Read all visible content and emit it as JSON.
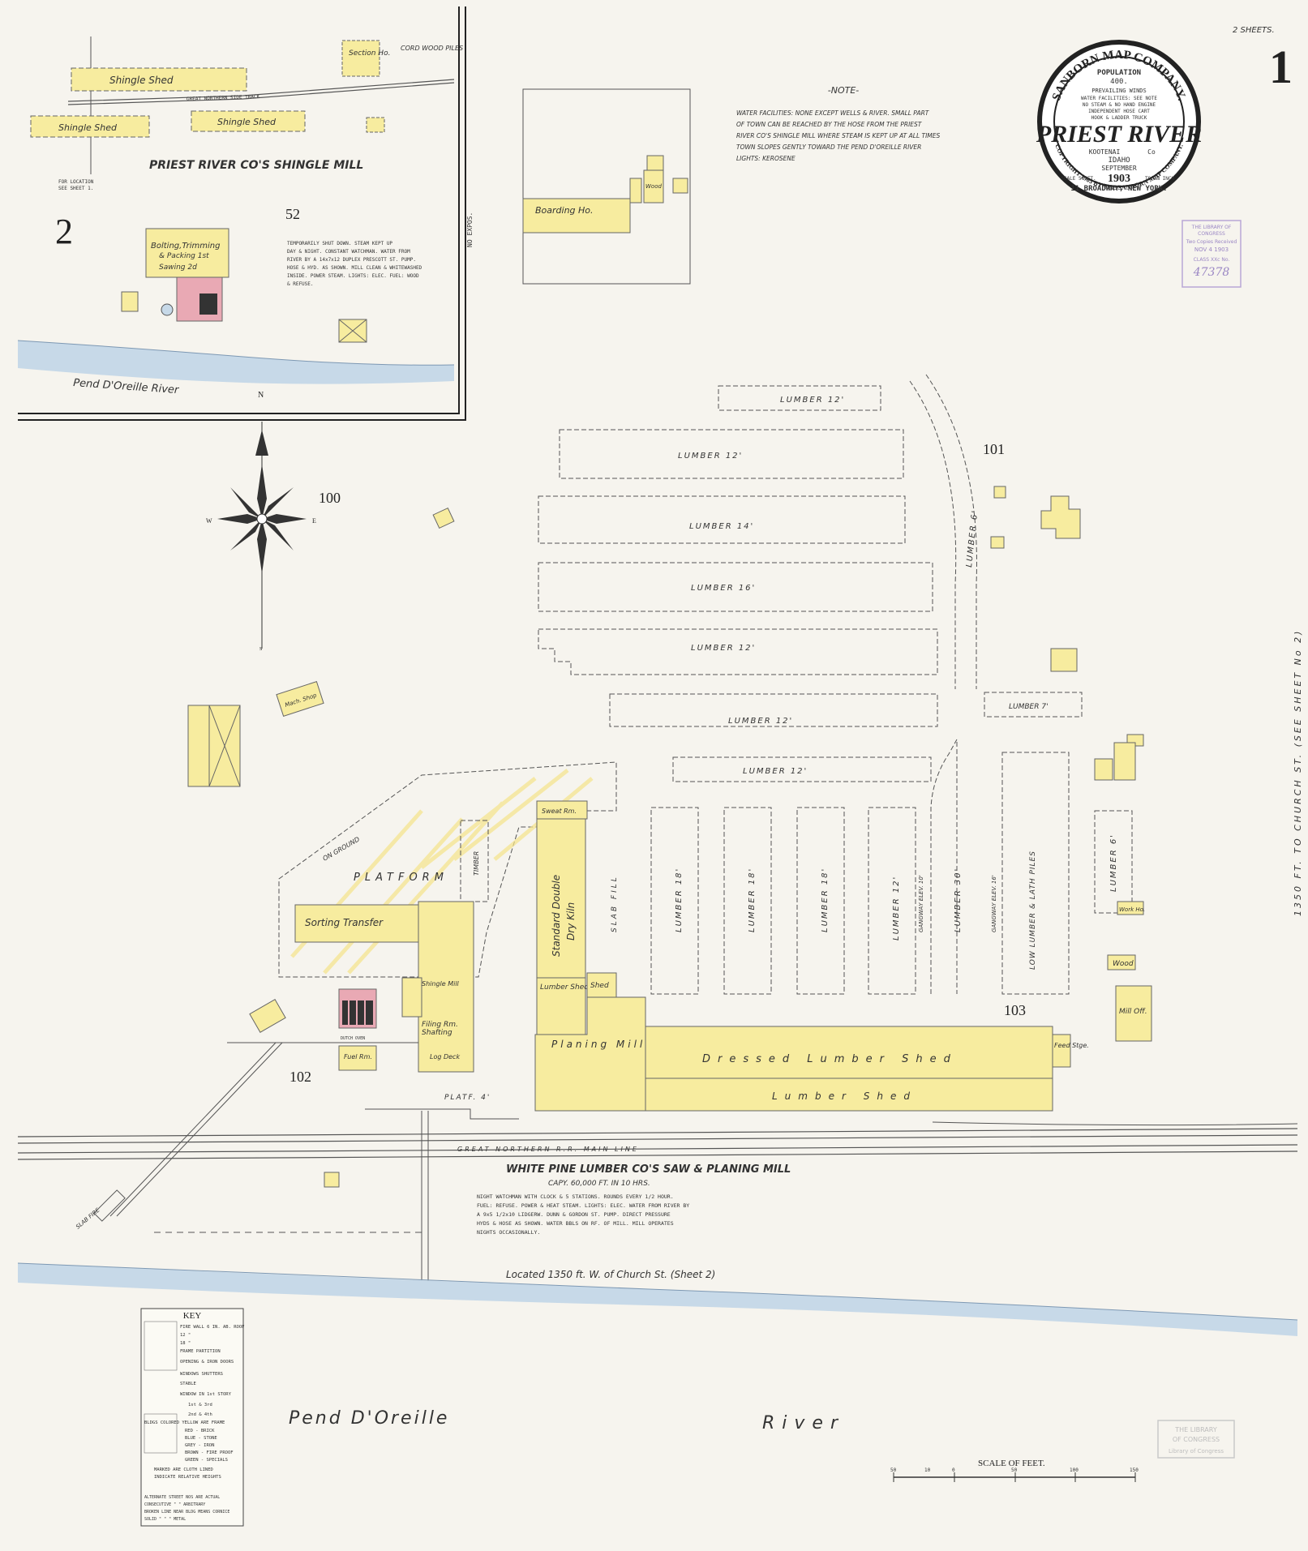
{
  "header": {
    "sheets": "2 SHEETS.",
    "sheet_number": "1"
  },
  "seal": {
    "company": "SANBORN MAP COMPANY.",
    "population_label": "POPULATION",
    "population_value": "400.",
    "winds": "PREVAILING WINDS",
    "water_line": "WATER FACILITIES: SEE NOTE",
    "steam_line": "NO STEAM & NO HAND ENGINE",
    "hose_line": "INDEPENDENT HOSE CART",
    "ladder_line": "HOOK & LADDER TRUCK",
    "town": "PRIEST RIVER",
    "county_name": "KOOTENAI",
    "county_suffix": "Co",
    "state": "IDAHO",
    "month": "SEPTEMBER",
    "scale_left": "SCALE 50 FT.",
    "year": "1903",
    "scale_right": "TO AN INCH",
    "address": "11 BROADWAY, NEW YORK.",
    "copyright": "COPYRIGHT 1903 BY THE SANBORN MAP COMPANY."
  },
  "stamp": {
    "line1": "THE LIBRARY OF",
    "line2": "CONGRESS",
    "line3": "Two Copies Received",
    "line4": "NOV 4 1903",
    "line5": "CLASS XXc No.",
    "line6": "47378"
  },
  "note": {
    "title": "-NOTE-",
    "lines": [
      "WATER FACILITIES: NONE EXCEPT WELLS & RIVER. SMALL PART",
      "OF TOWN CAN BE REACHED BY THE HOSE FROM THE PRIEST",
      "RIVER CO'S SHINGLE MILL WHERE STEAM IS KEPT UP AT ALL TIMES",
      "TOWN SLOPES GENTLY TOWARD THE PEND D'OREILLE RIVER",
      "LIGHTS: KEROSENE"
    ]
  },
  "inset": {
    "sheet_label": "2",
    "block": "52",
    "mill_title": "PRIEST RIVER CO'S SHINGLE MILL",
    "shed_1": "Shingle Shed",
    "shed_2": "Shingle Shed",
    "shed_3": "Shingle Shed",
    "section_house": "Section Ho.",
    "cord_wood": "CORD WOOD PILES",
    "track": "GREAT NORTHERN SIDE TRACK",
    "location_1": "FOR LOCATION",
    "location_2": "SEE SHEET 1.",
    "bolting_1": "Bolting,Trimming",
    "bolting_2": "& Packing 1st",
    "bolting_3": "Sawing 2d",
    "mill_notes": [
      "TEMPORARILY SHUT DOWN. STEAM KEPT UP",
      "DAY & NIGHT. CONSTANT WATCHMAN. WATER FROM",
      "RIVER BY A 14x7x12 DUPLEX PRESCOTT ST. PUMP.",
      "HOSE & HYD. AS SHOWN. MILL CLEAN & WHITEWASHED",
      "INSIDE. POWER STEAM. LIGHTS: ELEC. FUEL: WOOD",
      "& REFUSE."
    ],
    "road": "NO EXPOS.",
    "river": "Pend D'Oreille River"
  },
  "boarding": {
    "label": "Boarding Ho.",
    "wood": "Wood"
  },
  "blocks": {
    "b100": "100",
    "b101": "101",
    "b102": "102",
    "b103": "103"
  },
  "lumber_rows": [
    "LUMBER 12'",
    "LUMBER 12'",
    "LUMBER 14'",
    "LUMBER 16'",
    "LUMBER 12'",
    "LUMBER 12'",
    "LUMBER 12'"
  ],
  "lumber_cols": [
    "LUMBER 18'",
    "LUMBER 18'",
    "LUMBER 18'",
    "LUMBER 12'",
    "LUMBER 30'",
    "LOW LUMBER & LATH PILES",
    "LUMBER 6'"
  ],
  "lumber_misc": {
    "curve": "LUMBER 6'",
    "lumber_7": "LUMBER 7'",
    "gangway_1": "GANGWAY ELEV. 10'",
    "gangway_2": "GANGWAY ELEV. 16'",
    "slab": "SLAB FILL"
  },
  "mill": {
    "platform": "PLATFORM",
    "on_ground": "ON GROUND",
    "timber": "TIMBER",
    "sorting": "Sorting Transfer",
    "sweat": "Sweat Rm.",
    "kiln_1": "Standard Double",
    "kiln_2": "Dry Kiln",
    "lumber_shed": "Lumber Shed",
    "shed": "Shed",
    "planing": "Planing Mill",
    "dressed": "Dressed Lumber Shed",
    "lumber_shed_2": "Lumber Shed",
    "feed": "Feed Stge.",
    "shingle": "Shingle Mill",
    "filing": "Filing Rm.",
    "shafting": "Shafting",
    "log_deck": "Log Deck",
    "fuel": "Fuel Rm.",
    "dutch": "DUTCH OVEN",
    "machine_shop": "Mach. Shop",
    "mill_off": "Mill Off.",
    "wood": "Wood",
    "work_ho": "Work Ho.",
    "platf": "PLATF. 4'",
    "railroad": "GREAT NORTHERN R.R. MAIN LINE",
    "title": "WHITE PINE LUMBER CO'S SAW & PLANING MILL",
    "capacity": "CAPY. 60,000 FT. IN 10 HRS.",
    "notes": [
      "NIGHT WATCHMAN WITH CLOCK & 5 STATIONS. ROUNDS EVERY 1/2 HOUR.",
      "FUEL: REFUSE. POWER & HEAT STEAM. LIGHTS: ELEC. WATER FROM RIVER BY",
      "A 9x5 1/2x10 LIDGERW. DUNN & GORDON ST. PUMP. DIRECT PRESSURE",
      "HYDS & HOSE AS SHOWN. WATER BBLS ON RF. OF MILL. MILL OPERATES",
      "NIGHTS OCCASIONALLY."
    ],
    "located": "Located 1350 ft. W. of Church St. (Sheet 2)",
    "slab_fire": "SLAB FIRE",
    "church": "1350 FT. TO CHURCH ST. (SEE SHEET No 2)"
  },
  "river": {
    "left": "Pend D'Oreille",
    "right": "River"
  },
  "compass": {
    "n": "N",
    "e": "E",
    "w": "W",
    "s": "S"
  },
  "scale": {
    "title": "SCALE OF FEET.",
    "ticks": [
      "50",
      "10",
      "0",
      "50",
      "100",
      "150"
    ]
  },
  "key": {
    "title": "KEY",
    "items": [
      "FIRE WALL 6 IN. AB. ROOF",
      "12 \"",
      "18 \"",
      "FRAME PARTITION",
      "OPENING & IRON DOORS",
      "WINDOWS  SHUTTERS",
      "STABLE",
      "WINDOW IN 1st STORY",
      "1st & 3rd",
      "2nd & 4th",
      "BLDGS COLORED YELLOW ARE FRAME",
      "RED - BRICK",
      "BLUE - STONE",
      "GREY - IRON",
      "BROWN - FIRE PROOF",
      "GREEN - SPECIALS",
      "MARKED ARE CLOTH LINED",
      "INDICATE RELATIVE HEIGHTS",
      "ALTERNATE STREET NOS ARE ACTUAL",
      "CONSECUTIVE \" \" ARBITRARY",
      "BROKEN LINE NEAR BLDG MEANS CORNICE",
      "SOLID \" \" \" METAL"
    ]
  },
  "bottom_stamp": {
    "line1": "THE LIBRARY",
    "line2": "OF CONGRESS",
    "line3": "Library of Congress"
  },
  "colors": {
    "paper": "#f6f4ee",
    "frame": "#f7ec9f",
    "brick": "#e9a9b4",
    "water": "#c7d9e8",
    "ink": "#333333"
  }
}
